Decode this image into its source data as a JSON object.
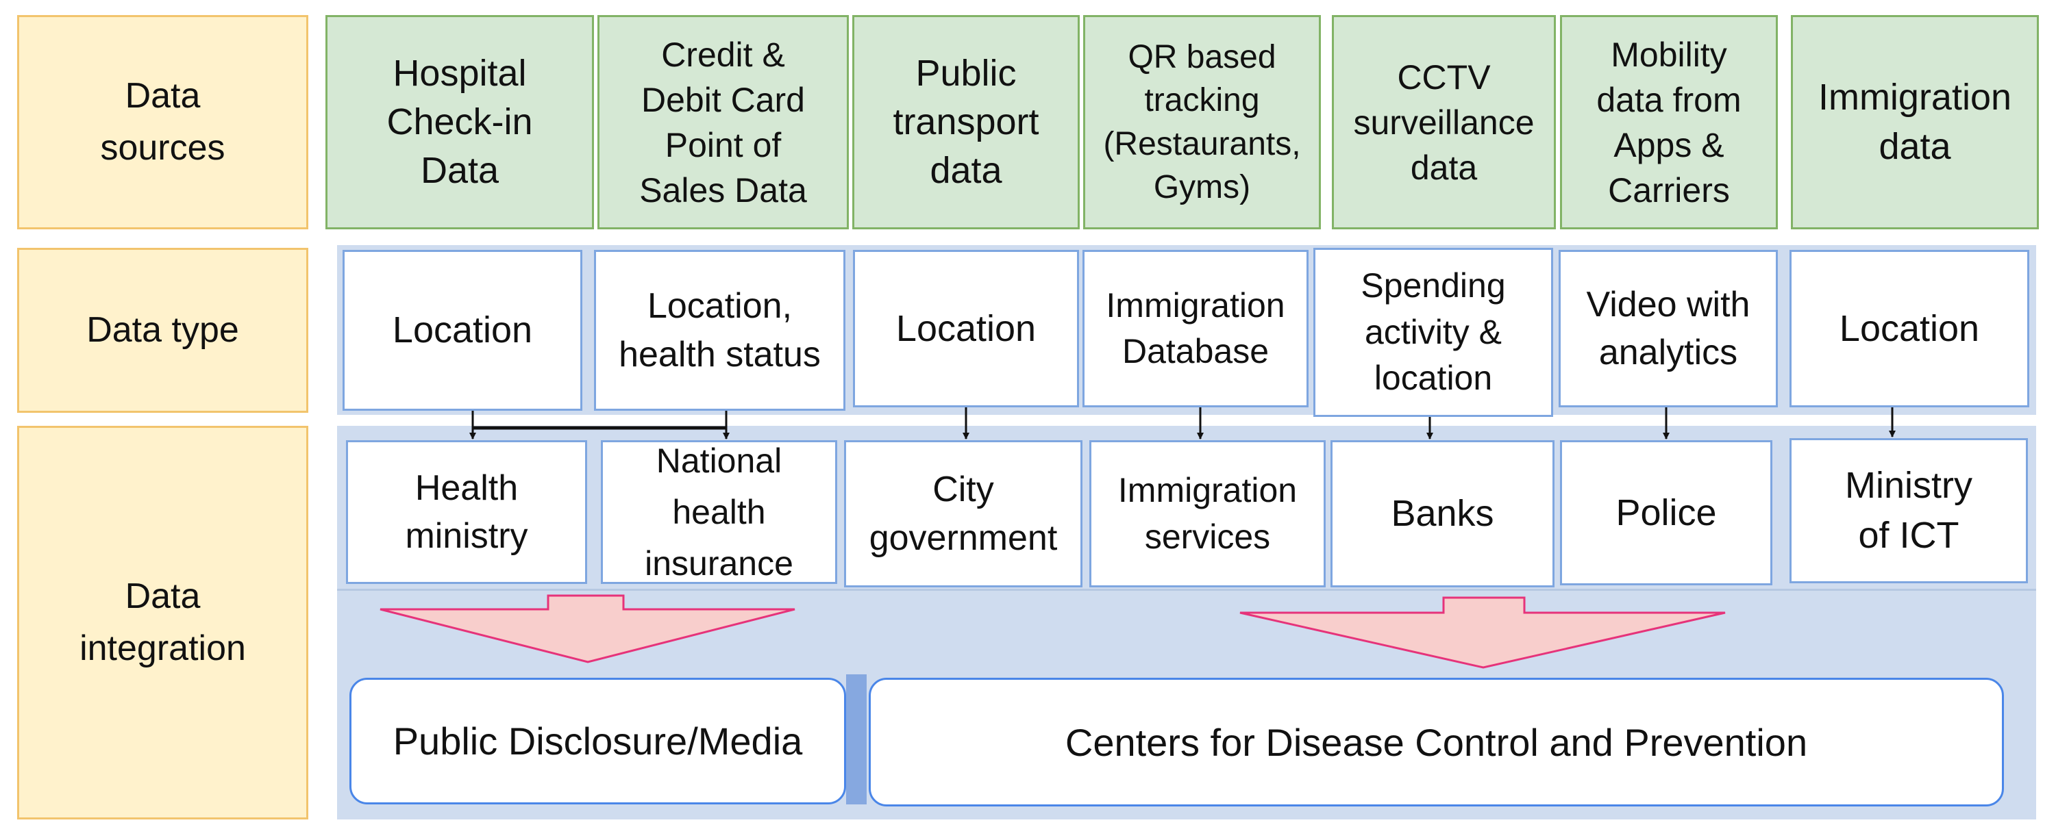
{
  "rows": {
    "sources_label": "Data\nsources",
    "type_label": "Data type",
    "integration_label": "Data\nintegration"
  },
  "sources": [
    "Hospital\nCheck-in\nData",
    "Credit &\nDebit Card\nPoint of\nSales Data",
    "Public\ntransport\ndata",
    "QR based\ntracking\n(Restaurants,\nGyms)",
    "CCTV\nsurveillance\ndata",
    "Mobility\ndata from\nApps &\nCarriers",
    "Immigration\ndata"
  ],
  "types": [
    "Location",
    "Location,\nhealth status",
    "Location",
    "Immigration\nDatabase",
    "Spending\nactivity &\nlocation",
    "Video with\nanalytics",
    "Location"
  ],
  "integrators": [
    "Health\nministry",
    "National\nhealth\ninsurance",
    "City\ngovernment",
    "Immigration\nservices",
    "Banks",
    "Police",
    "Ministry\nof ICT"
  ],
  "outputs": {
    "left": "Public Disclosure/Media",
    "right": "Centers for Disease Control and Prevention"
  },
  "colors": {
    "source_fill": "#d5e8d4",
    "label_fill": "#fff2cc",
    "band_fill": "#cfdcef",
    "box_border": "#7ea6e0",
    "big_arrow_fill": "#f8cecc",
    "big_arrow_stroke": "#e6337a"
  }
}
